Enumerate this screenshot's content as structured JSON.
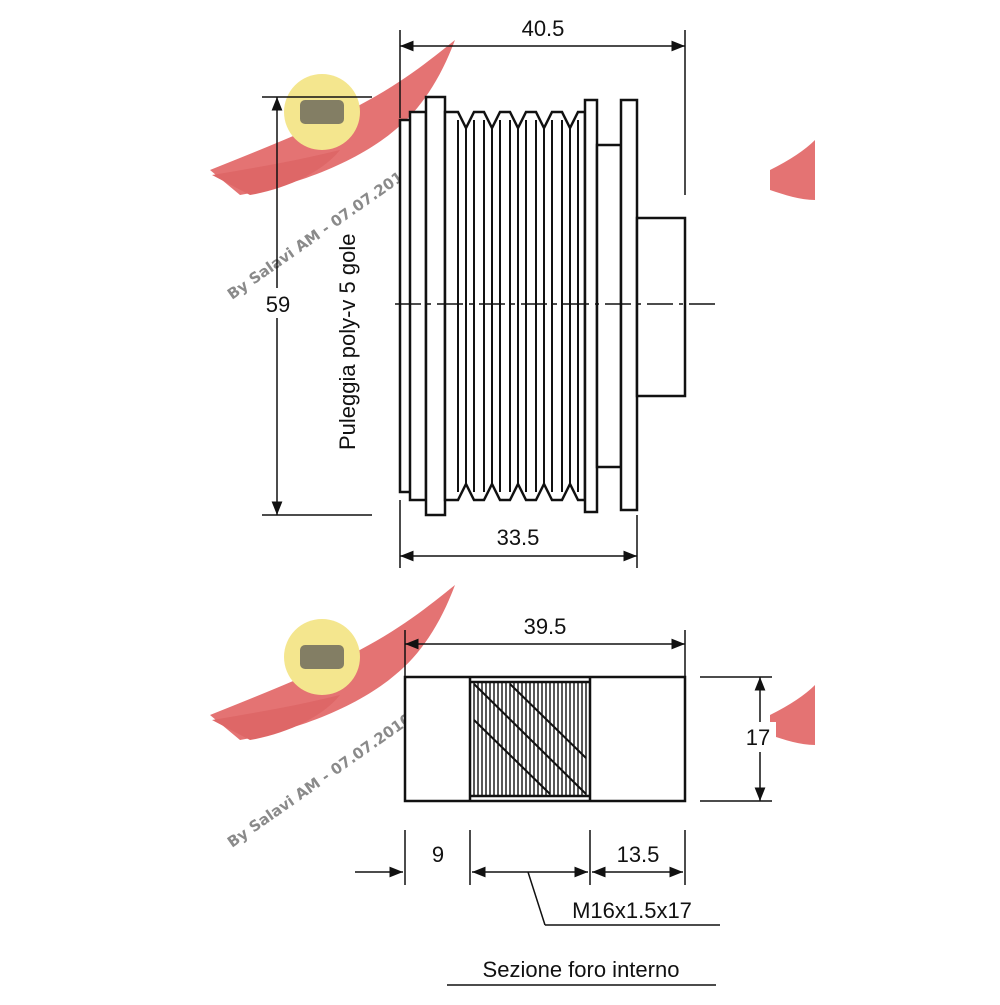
{
  "top_view": {
    "width_overall": "40.5",
    "height": "59",
    "width_body": "33.5",
    "vertical_label": "Puleggia poly-v 5 gole"
  },
  "bottom_view": {
    "length": "39.5",
    "diameter": "17",
    "left_offset": "9",
    "right_offset": "13.5",
    "thread": "M16x1.5x17",
    "caption": "Sezione foro interno"
  },
  "watermark": {
    "text": "By Salavi AM - 07.07.2010",
    "wing_color": "#e05a5a",
    "badge_color": "#f3e27a"
  },
  "colors": {
    "line": "#111111"
  }
}
